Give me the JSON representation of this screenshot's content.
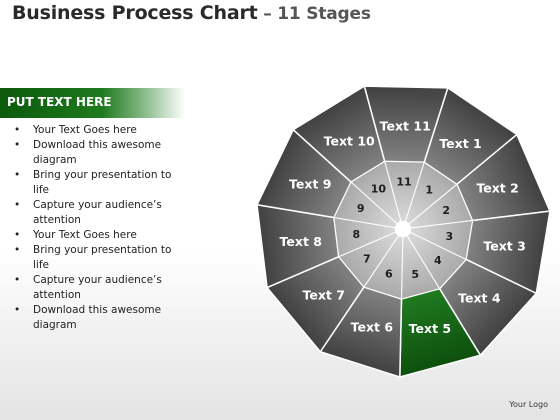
{
  "title": {
    "main": "Business Process Chart",
    "sub": " – 11 Stages"
  },
  "sidebar": {
    "header": "PUT TEXT HERE",
    "bullets": [
      "Your Text Goes here",
      "Download this awesome diagram",
      "Bring your presentation to life",
      "Capture your audience’s attention",
      "Your Text Goes here",
      "Bring your presentation to life",
      "Capture your audience’s attention",
      "Download this awesome diagram"
    ]
  },
  "diagram": {
    "stages": [
      {
        "number": "1",
        "label": "Text 1"
      },
      {
        "number": "2",
        "label": "Text 2"
      },
      {
        "number": "3",
        "label": "Text 3"
      },
      {
        "number": "4",
        "label": "Text 4"
      },
      {
        "number": "5",
        "label": "Text 5"
      },
      {
        "number": "6",
        "label": "Text 6"
      },
      {
        "number": "7",
        "label": "Text 7"
      },
      {
        "number": "8",
        "label": "Text 8"
      },
      {
        "number": "9",
        "label": "Text 9"
      },
      {
        "number": "10",
        "label": "Text 10"
      },
      {
        "number": "11",
        "label": "Text 11"
      }
    ],
    "highlighted_stage": "5",
    "colors": {
      "highlight": "#1f7a1f",
      "segment_dark": "#3c3c3c",
      "segment_light": "#b4b4b4"
    }
  },
  "footer": "Your Logo"
}
